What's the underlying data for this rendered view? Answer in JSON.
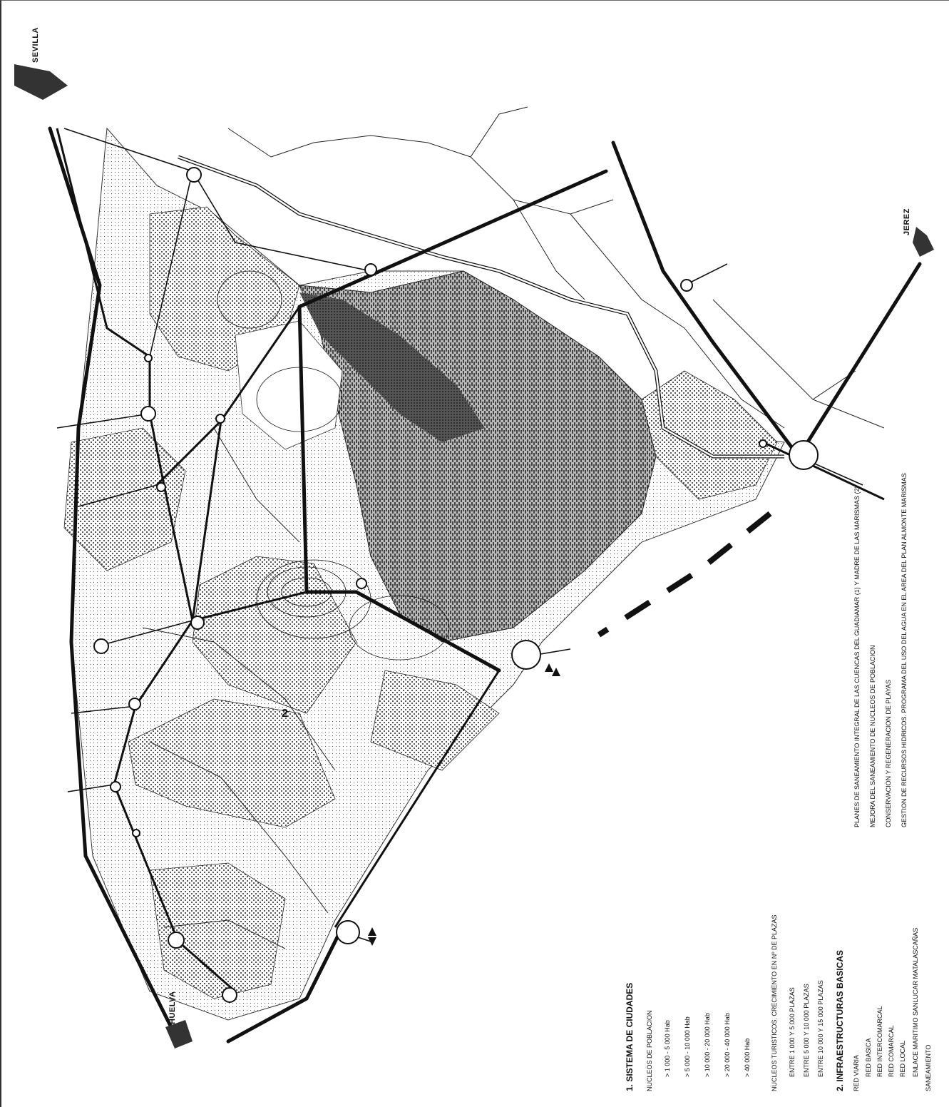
{
  "cities": {
    "sevilla": "SEVILLA",
    "jerez": "JEREZ",
    "huelva": "HUELVA"
  },
  "legend": {
    "section1": {
      "title": "1. SISTEMA DE CIUDADES",
      "subtitle": "NUCLEOS DE POBLACION",
      "items": [
        "> 1 000 - 5 000 Hab",
        "> 5 000 - 10 000 Hab",
        "> 10 000 - 20 000 Hab",
        "> 20 000 - 40 000 Hab",
        "> 40 000 Hab"
      ]
    },
    "tourism": {
      "title": "NUCLEOS TURISTICOS. CRECIMIENTO EN Nº DE PLAZAS",
      "items": [
        "ENTRE 1 000 Y 5 000 PLAZAS",
        "ENTRE 5 000 Y 10 000 PLAZAS",
        "ENTRE 10 000 Y 15 000 PLAZAS"
      ]
    },
    "section2": {
      "title": "2. INFRAESTRUCTURAS BASICAS",
      "subtitle": "RED VIARIA",
      "roads": [
        "RED BASICA",
        "RED INTERCOMARCAL",
        "RED COMARCAL",
        "RED LOCAL"
      ],
      "maritime": "ENLACE MARITIMO SANLUCAR MATALASCAÑAS"
    },
    "sanitation": {
      "title": "SANEAMIENTO",
      "items": [
        "PLANES DE SANEAMIENTO INTEGRAL DE LAS CUENCAS DEL GUADIAMAR (1) Y MADRE DE LAS MARISMAS (2)",
        "MEJORA DEL SANEAMIENTO DE NUCLEOS DE POBLACION",
        "CONSERVACION Y REGENERACION DE PLAYAS",
        "GESTION DE RECURSOS HIDRICOS. PROGRAMA DEL USO DEL AGUA EN EL AREA DEL PLAN ALMONTE MARISMAS"
      ]
    }
  },
  "colors": {
    "ink": "#111111",
    "paper": "#ffffff",
    "marsh": "#444444"
  }
}
